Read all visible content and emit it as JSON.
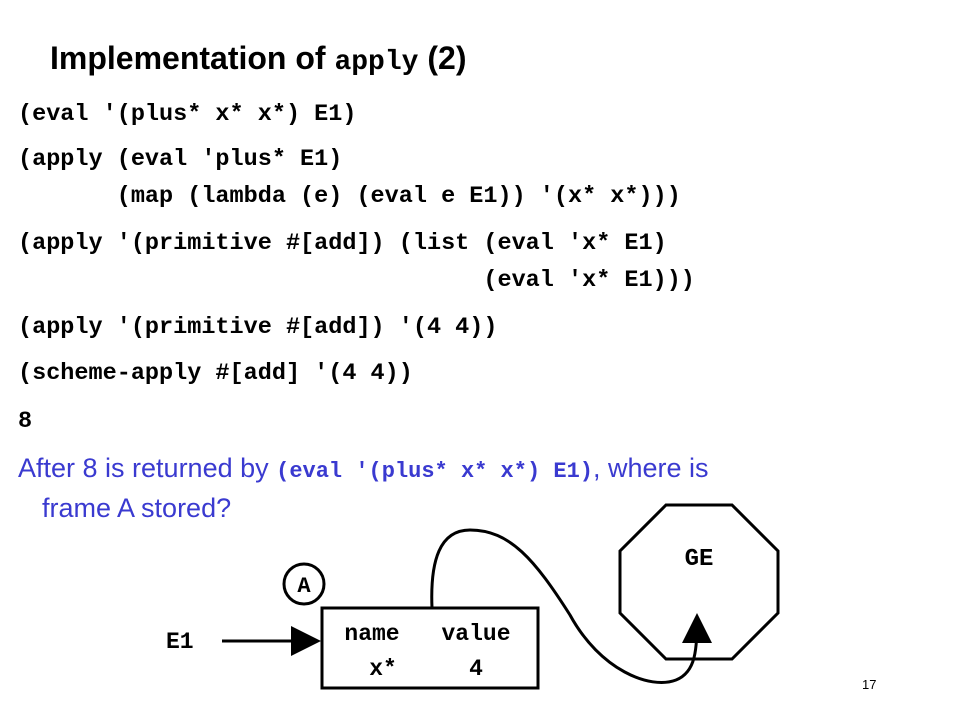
{
  "title": {
    "prefix": "Implementation of ",
    "code": "apply",
    "suffix": " (2)"
  },
  "code_lines": [
    "(eval '(plus* x* x*) E1)",
    "(apply (eval 'plus* E1)",
    "       (map (lambda (e) (eval e E1)) '(x* x*)))",
    "(apply '(primitive #[add]) (list (eval 'x* E1)",
    "                                 (eval 'x* E1)))",
    "(apply '(primitive #[add]) '(4 4))",
    "(scheme-apply #[add] '(4 4))",
    "8"
  ],
  "question": {
    "before": "After 8 is returned by ",
    "code": "(eval '(plus* x* x*) E1)",
    "after": ", where is",
    "line2": "frame A stored?"
  },
  "diagram": {
    "global_env_label": "GE",
    "frame_label": "A",
    "env_pointer_label": "E1",
    "frame_table": {
      "headers": [
        "name",
        "value"
      ],
      "rows": [
        [
          "x*",
          "4"
        ]
      ]
    }
  },
  "slide_number": "17",
  "colors": {
    "question_text": "#3a3ad0",
    "ink": "#000000",
    "background": "#ffffff"
  }
}
